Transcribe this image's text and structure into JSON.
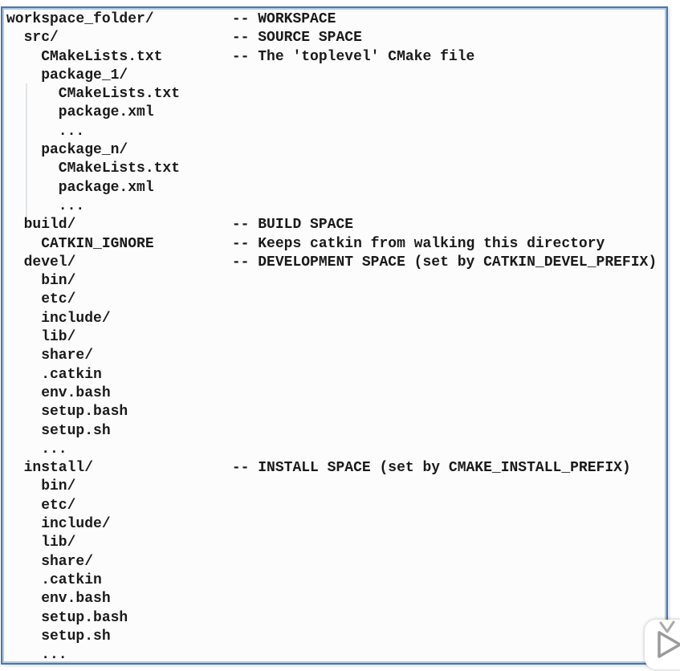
{
  "panel": {
    "border_color": "#4b77ae",
    "inner_border_color": "#b3c8e2",
    "background": "#fcfcfc",
    "text_color": "#1a1a1a",
    "comment_column": 26
  },
  "workspace_tree": {
    "lines": [
      {
        "indent": 0,
        "name": "workspace_folder/",
        "comment": "-- WORKSPACE"
      },
      {
        "indent": 2,
        "name": "src/",
        "comment": "-- SOURCE SPACE"
      },
      {
        "indent": 4,
        "name": "CMakeLists.txt",
        "comment": "-- The 'toplevel' CMake file"
      },
      {
        "indent": 4,
        "name": "package_1/",
        "comment": ""
      },
      {
        "indent": 6,
        "name": "CMakeLists.txt",
        "comment": ""
      },
      {
        "indent": 6,
        "name": "package.xml",
        "comment": ""
      },
      {
        "indent": 6,
        "name": "...",
        "comment": ""
      },
      {
        "indent": 4,
        "name": "package_n/",
        "comment": ""
      },
      {
        "indent": 6,
        "name": "CMakeLists.txt",
        "comment": ""
      },
      {
        "indent": 6,
        "name": "package.xml",
        "comment": ""
      },
      {
        "indent": 6,
        "name": "...",
        "comment": ""
      },
      {
        "indent": 2,
        "name": "build/",
        "comment": "-- BUILD SPACE"
      },
      {
        "indent": 4,
        "name": "CATKIN_IGNORE",
        "comment": "-- Keeps catkin from walking this directory"
      },
      {
        "indent": 2,
        "name": "devel/",
        "comment": "-- DEVELOPMENT SPACE (set by CATKIN_DEVEL_PREFIX)"
      },
      {
        "indent": 4,
        "name": "bin/",
        "comment": ""
      },
      {
        "indent": 4,
        "name": "etc/",
        "comment": ""
      },
      {
        "indent": 4,
        "name": "include/",
        "comment": ""
      },
      {
        "indent": 4,
        "name": "lib/",
        "comment": ""
      },
      {
        "indent": 4,
        "name": "share/",
        "comment": ""
      },
      {
        "indent": 4,
        "name": ".catkin",
        "comment": ""
      },
      {
        "indent": 4,
        "name": "env.bash",
        "comment": ""
      },
      {
        "indent": 4,
        "name": "setup.bash",
        "comment": ""
      },
      {
        "indent": 4,
        "name": "setup.sh",
        "comment": ""
      },
      {
        "indent": 4,
        "name": "...",
        "comment": ""
      },
      {
        "indent": 2,
        "name": "install/",
        "comment": "-- INSTALL SPACE (set by CMAKE_INSTALL_PREFIX)"
      },
      {
        "indent": 4,
        "name": "bin/",
        "comment": ""
      },
      {
        "indent": 4,
        "name": "etc/",
        "comment": ""
      },
      {
        "indent": 4,
        "name": "include/",
        "comment": ""
      },
      {
        "indent": 4,
        "name": "lib/",
        "comment": ""
      },
      {
        "indent": 4,
        "name": "share/",
        "comment": ""
      },
      {
        "indent": 4,
        "name": ".catkin",
        "comment": ""
      },
      {
        "indent": 4,
        "name": "env.bash",
        "comment": ""
      },
      {
        "indent": 4,
        "name": "setup.bash",
        "comment": ""
      },
      {
        "indent": 4,
        "name": "setup.sh",
        "comment": ""
      },
      {
        "indent": 4,
        "name": "...",
        "comment": ""
      }
    ]
  },
  "overlay": {
    "icon": "play-icon",
    "icon_stroke_color": "#9b9b9b"
  }
}
